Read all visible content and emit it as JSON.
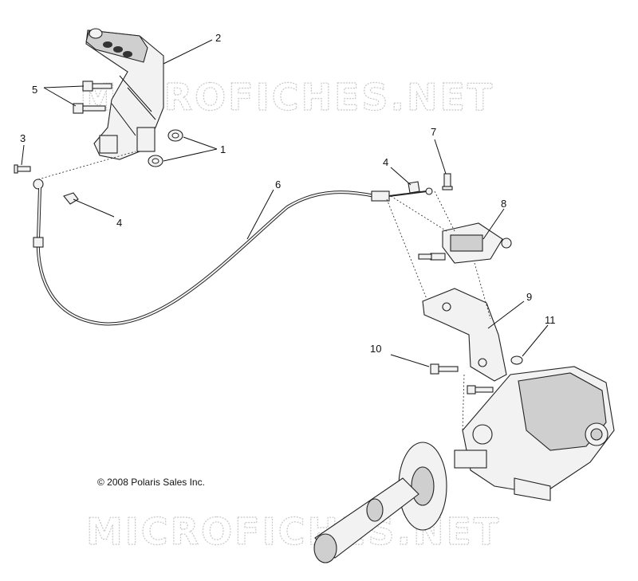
{
  "callouts": [
    {
      "id": "c2",
      "label": "2"
    },
    {
      "id": "c5",
      "label": "5"
    },
    {
      "id": "c3",
      "label": "3"
    },
    {
      "id": "c1",
      "label": "1"
    },
    {
      "id": "c4a",
      "label": "4"
    },
    {
      "id": "c6",
      "label": "6"
    },
    {
      "id": "c7",
      "label": "7"
    },
    {
      "id": "c4b",
      "label": "4"
    },
    {
      "id": "c8",
      "label": "8"
    },
    {
      "id": "c9",
      "label": "9"
    },
    {
      "id": "c10",
      "label": "10"
    },
    {
      "id": "c11",
      "label": "11"
    }
  ],
  "copyright": "© 2008 Polaris Sales Inc.",
  "watermark": {
    "top": "MICROFICHES.NET",
    "bottom": "MICROFICHES.NET"
  }
}
